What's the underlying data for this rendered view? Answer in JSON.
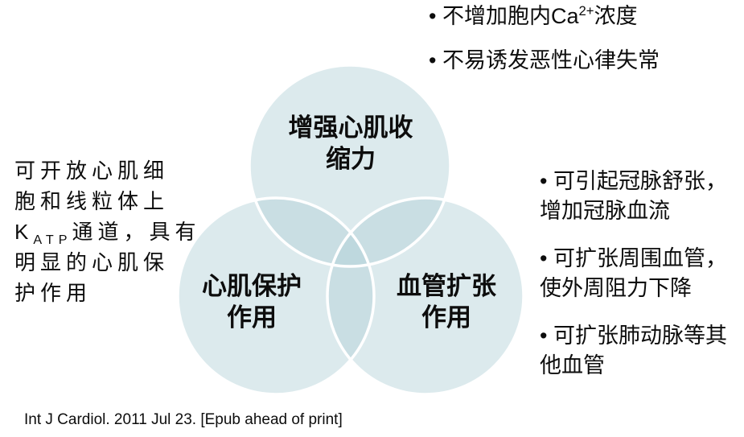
{
  "page": {
    "background_color": "#ffffff",
    "text_color": "#0d0d0d"
  },
  "venn": {
    "fill_color": "#b1d0d7",
    "fill_opacity": "0.45",
    "stroke_color": "#ffffff",
    "circles": {
      "top": {
        "label": "增强心肌收\n缩力"
      },
      "left": {
        "label": "心肌保护\n作用"
      },
      "right": {
        "label": "血管扩张\n作用"
      }
    }
  },
  "annotations": {
    "top_right_bullets": [
      "• 不增加胞内Ca^{2+}浓度",
      "• 不易诱发恶性心律失常"
    ],
    "left_note_lines": [
      "可开放心肌细",
      "胞和线粒体上",
      "K_{ATP}通道，具有",
      "明显的心肌保",
      "护作用"
    ],
    "right_bullets": [
      [
        "• 可引起冠脉舒张，",
        "增加冠脉血流"
      ],
      [
        "• 可扩张周围血管，",
        "使外周阻力下降"
      ],
      [
        "• 可扩张肺动脉等其",
        "他血管"
      ]
    ]
  },
  "footer": {
    "citation": "Int J Cardiol. 2011 Jul 23. [Epub ahead of print]"
  }
}
